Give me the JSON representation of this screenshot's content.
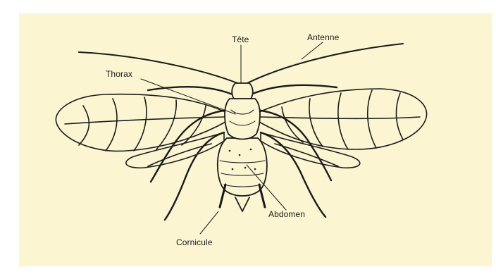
{
  "labels": {
    "tete": "Tête",
    "antenne": "Antenne",
    "thorax": "Thorax",
    "abdomen": "Abdomen",
    "cornicule": "Cornicule"
  },
  "colors": {
    "panel_background": "#fbf5d2",
    "ink": "#1a1a1a"
  }
}
